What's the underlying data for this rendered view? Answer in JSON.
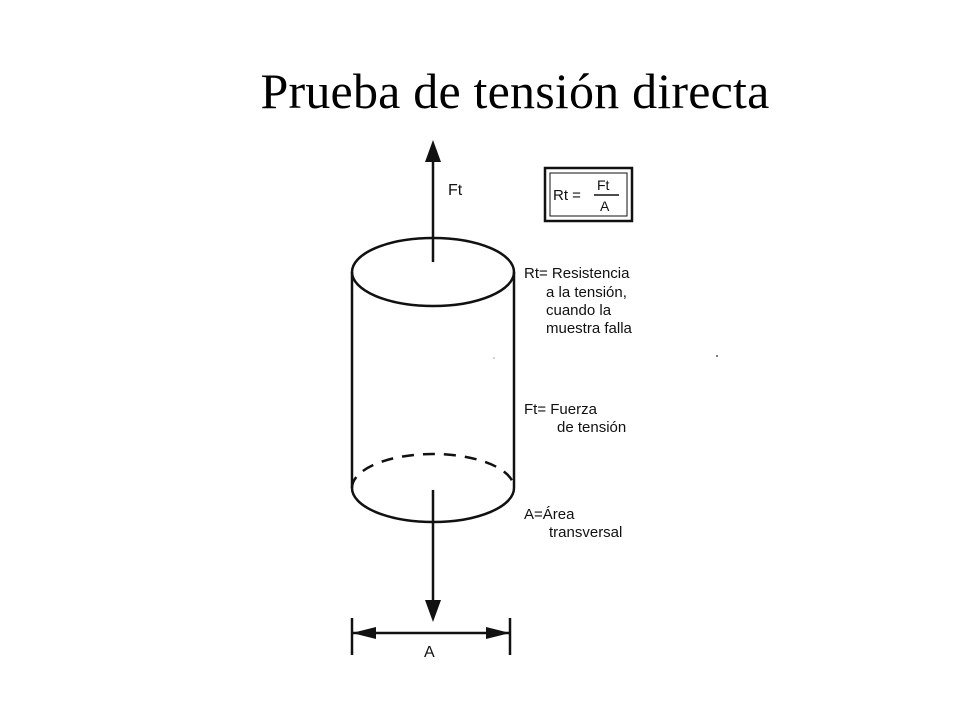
{
  "title": "Prueba de tensión directa",
  "diagram": {
    "force_label_top": "Ft",
    "width_label": "A",
    "formula": {
      "lhs": "Rt =",
      "numerator": "Ft",
      "denominator": "A"
    },
    "legend": {
      "rt": [
        "Rt= Resistencia",
        "a la tensión,",
        "cuando la",
        "muestra falla"
      ],
      "ft": [
        "Ft= Fuerza",
        "de tensión"
      ],
      "a": [
        "A=Área",
        "transversal"
      ]
    },
    "colors": {
      "ink": "#111111",
      "background": "#ffffff"
    }
  }
}
